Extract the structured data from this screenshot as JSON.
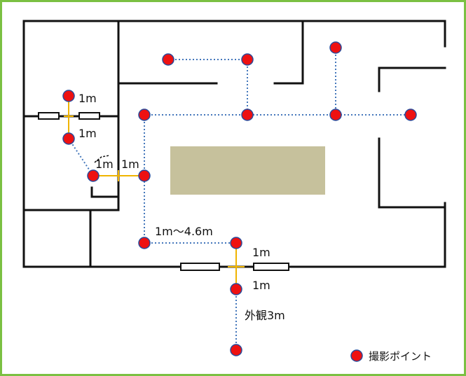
{
  "colors": {
    "frame_border": "#7bc042",
    "wall": "#111111",
    "path_dotted": "#4477bb",
    "camera_point": "#ee1111",
    "camera_point_border": "#2a4a9a",
    "measure_line": "#f0b400",
    "center_block": "#c6c19c",
    "door_fill": "#ffffff"
  },
  "labels": {
    "left_upper": "1m",
    "left_lower": "1m",
    "corridor_left": "1m",
    "corridor_right": "1m",
    "range": "1m〜4.6m",
    "entrance_upper": "1m",
    "entrance_lower": "1m",
    "exterior": "外観3m"
  },
  "legend": {
    "marker_icon": "red-dot-icon",
    "label": "撮影ポイント"
  }
}
